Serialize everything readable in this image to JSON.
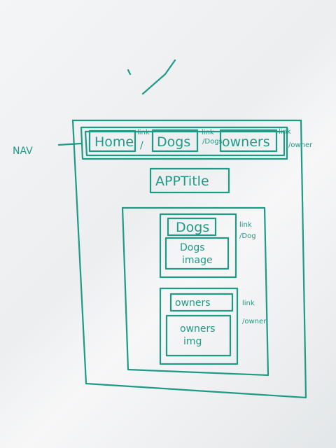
{
  "nav_label": "NAV",
  "nav": {
    "home": "Home",
    "dogs": "Dogs",
    "owners": "owners"
  },
  "annotations": {
    "home_link": "link",
    "home_slash": "/",
    "dogs_link": "link",
    "dogs_path": "/Dogs",
    "owners_link": "link",
    "owners_path": "/owner",
    "dogs_card_link": "link",
    "dogs_card_path": "/Dog",
    "owners_card_link": "link",
    "owners_card_path": "/owner"
  },
  "app_title": "APPTitle",
  "cards": {
    "dogs_title": "Dogs",
    "dogs_image_line1": "Dogs",
    "dogs_image_line2": "image",
    "owners_title": "owners",
    "owners_image_line1": "owners",
    "owners_image_line2": "img"
  },
  "colors": {
    "marker": "#1e9a86",
    "board": "#f1f2f3"
  }
}
